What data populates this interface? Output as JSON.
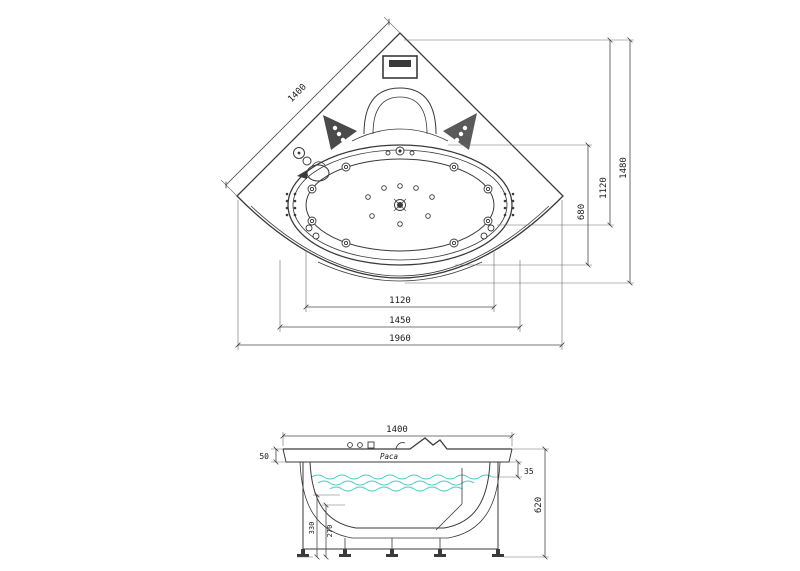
{
  "plan": {
    "dim_side": "1400",
    "dim_diag_total": "1480",
    "dim_diag_mid": "1120",
    "dim_basin_depth": "680",
    "dim_basin_width": "1120",
    "dim_rim_width": "1450",
    "dim_total_width": "1960"
  },
  "side": {
    "dim_width": "1400",
    "dim_rim": "50",
    "dim_water": "35",
    "dim_height": "620",
    "dim_inner_a": "330",
    "dim_inner_b": "270",
    "brand": "Paca"
  },
  "colors": {
    "line": "#3a3a3a",
    "water": "#45cdc4",
    "brand": "#c79aa0"
  }
}
